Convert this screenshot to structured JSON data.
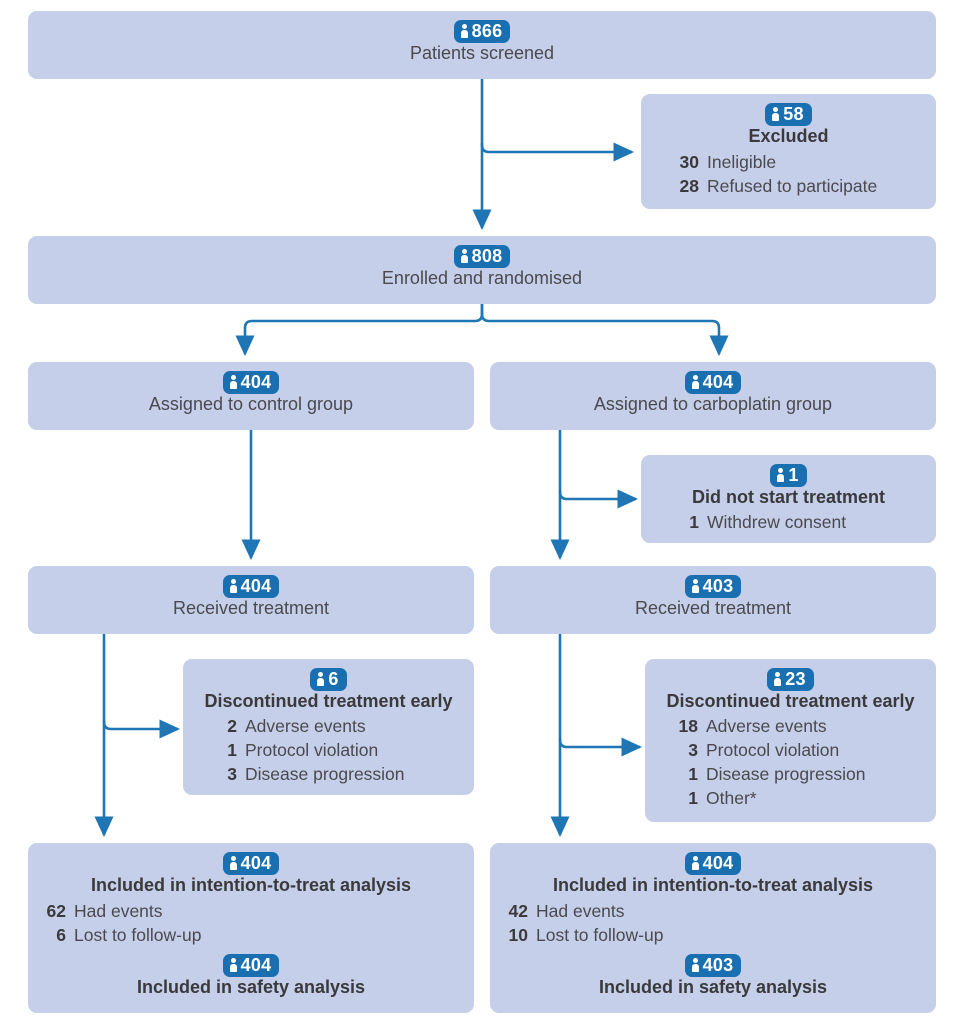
{
  "diagram": {
    "type": "consort-flow-diagram",
    "colors": {
      "box_fill": "#c6cfe9",
      "badge_blue": "#1a6fb0",
      "connector_blue": "#1f76b4",
      "text_dark": "#3a3a3c",
      "text_body": "#4a4a4e",
      "page_background": "#ffffff"
    },
    "badge_icon": "person-icon"
  },
  "nodes": {
    "screened": {
      "count": "866",
      "title": "Patients screened"
    },
    "excluded": {
      "count": "58",
      "title": "Excluded",
      "items": [
        {
          "num": "30",
          "label": "Ineligible"
        },
        {
          "num": "28",
          "label": "Refused to participate"
        }
      ]
    },
    "enrolled": {
      "count": "808",
      "title": "Enrolled and randomised"
    },
    "assigned_control": {
      "count": "404",
      "title": "Assigned to control group"
    },
    "assigned_carboplatin": {
      "count": "404",
      "title": "Assigned to carboplatin group"
    },
    "did_not_start": {
      "count": "1",
      "title": "Did not start treatment",
      "items": [
        {
          "num": "1",
          "label": "Withdrew consent"
        }
      ]
    },
    "received_control": {
      "count": "404",
      "title": "Received treatment"
    },
    "received_carboplatin": {
      "count": "403",
      "title": "Received treatment"
    },
    "discontinued_control": {
      "count": "6",
      "title": "Discontinued treatment early",
      "items": [
        {
          "num": "2",
          "label": "Adverse events"
        },
        {
          "num": "1",
          "label": "Protocol violation"
        },
        {
          "num": "3",
          "label": "Disease progression"
        }
      ]
    },
    "discontinued_carboplatin": {
      "count": "23",
      "title": "Discontinued treatment early",
      "items": [
        {
          "num": "18",
          "label": "Adverse events"
        },
        {
          "num": "3",
          "label": "Protocol violation"
        },
        {
          "num": "1",
          "label": "Disease progression"
        },
        {
          "num": "1",
          "label": "Other*"
        }
      ]
    },
    "analysis_control": {
      "itt_count": "404",
      "itt_title": "Included in intention-to-treat analysis",
      "items": [
        {
          "num": "62",
          "label": "Had events"
        },
        {
          "num": "6",
          "label": "Lost to follow-up"
        }
      ],
      "safety_count": "404",
      "safety_title": "Included in safety analysis"
    },
    "analysis_carboplatin": {
      "itt_count": "404",
      "itt_title": "Included in intention-to-treat analysis",
      "items": [
        {
          "num": "42",
          "label": "Had events"
        },
        {
          "num": "10",
          "label": "Lost to follow-up"
        }
      ],
      "safety_count": "403",
      "safety_title": "Included in safety analysis"
    }
  }
}
